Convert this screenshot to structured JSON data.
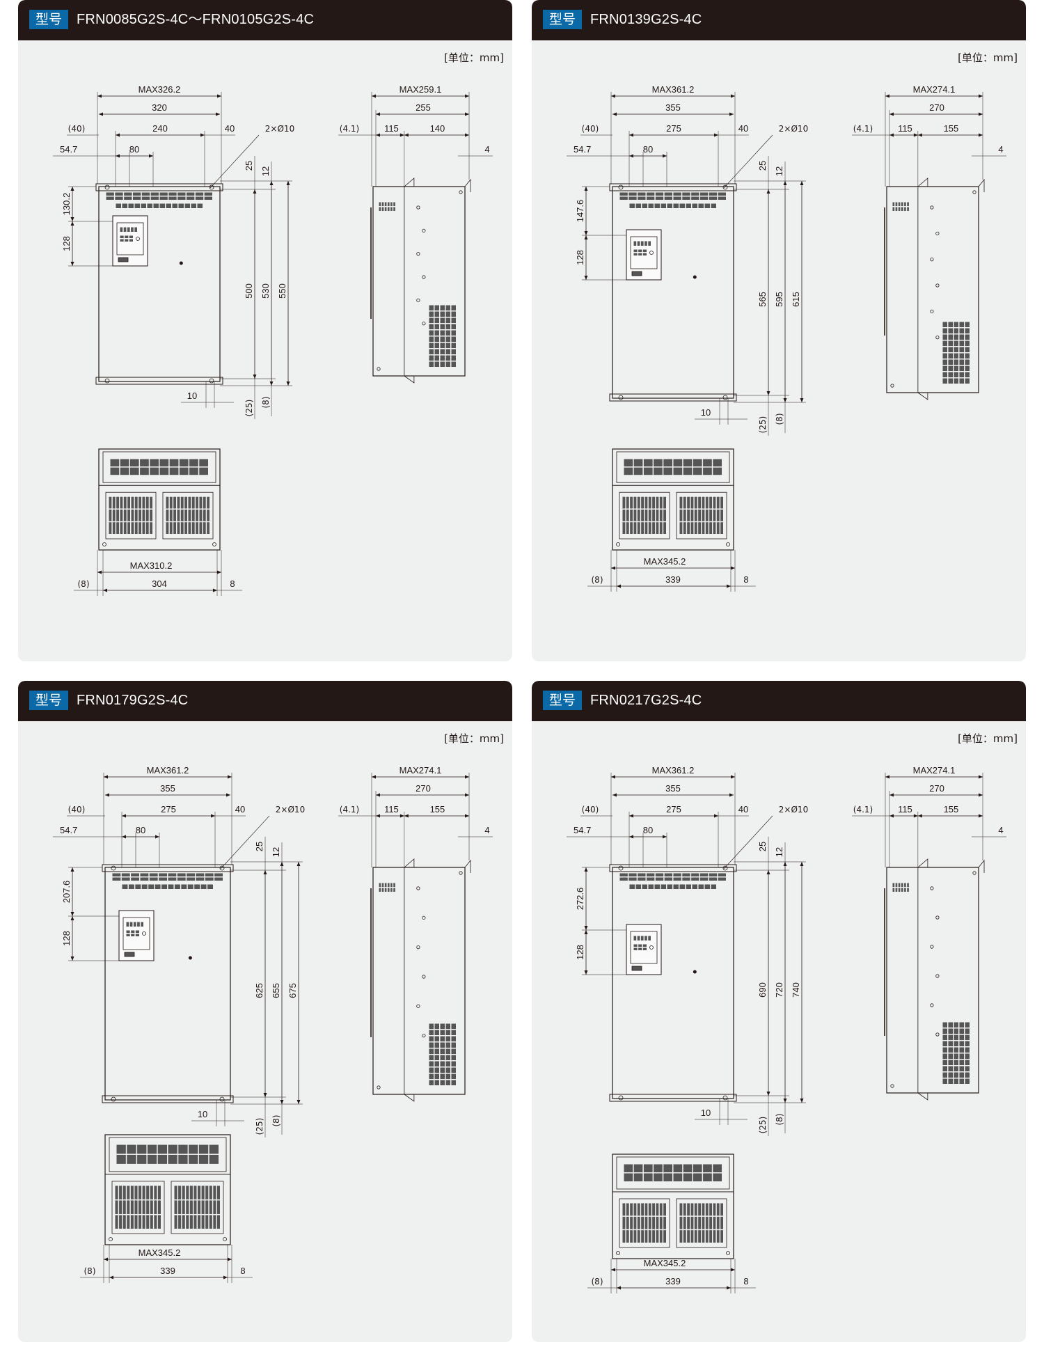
{
  "header_badge": "型号",
  "unit_label": "[单位：mm]",
  "colors": {
    "header_bg": "#231815",
    "badge_bg": "#0a69a6",
    "panel_bg": "#eff0f0",
    "line": "#231815"
  },
  "panels": [
    {
      "model": "FRN0085G2S-4C～FRN0105G2S-4C",
      "front": {
        "max_width": "MAX326.2",
        "width": "320",
        "hole_offset": "(40)",
        "hole_pitch": "240",
        "right_offset": "40",
        "holes": "2×Ø10",
        "left_edge": "54.7",
        "panel_width": "80",
        "top_margin": "25",
        "top_gap": "12",
        "keypad_top": "130.2",
        "keypad_height": "128",
        "height_inner": "500",
        "height_mid": "530",
        "height_outer": "550",
        "bottom_gap": "10",
        "bottom_offset": "(25)",
        "bottom_margin": "(8)"
      },
      "side": {
        "max_depth": "MAX259.1",
        "depth": "255",
        "depth_offset": "(4.1)",
        "depth_front": "115",
        "depth_rear": "140",
        "flange": "4"
      },
      "bottom": {
        "max_width": "MAX310.2",
        "width": "304",
        "left": "(8)",
        "right": "8"
      }
    },
    {
      "model": "FRN0139G2S-4C",
      "front": {
        "max_width": "MAX361.2",
        "width": "355",
        "hole_offset": "(40)",
        "hole_pitch": "275",
        "right_offset": "40",
        "holes": "2×Ø10",
        "left_edge": "54.7",
        "panel_width": "80",
        "top_margin": "25",
        "top_gap": "12",
        "keypad_top": "147.6",
        "keypad_height": "128",
        "height_inner": "565",
        "height_mid": "595",
        "height_outer": "615",
        "bottom_gap": "10",
        "bottom_offset": "(25)",
        "bottom_margin": "(8)"
      },
      "side": {
        "max_depth": "MAX274.1",
        "depth": "270",
        "depth_offset": "(4.1)",
        "depth_front": "115",
        "depth_rear": "155",
        "flange": "4"
      },
      "bottom": {
        "max_width": "MAX345.2",
        "width": "339",
        "left": "(8)",
        "right": "8"
      }
    },
    {
      "model": "FRN0179G2S-4C",
      "front": {
        "max_width": "MAX361.2",
        "width": "355",
        "hole_offset": "(40)",
        "hole_pitch": "275",
        "right_offset": "40",
        "holes": "2×Ø10",
        "left_edge": "54.7",
        "panel_width": "80",
        "top_margin": "25",
        "top_gap": "12",
        "keypad_top": "207.6",
        "keypad_height": "128",
        "height_inner": "625",
        "height_mid": "655",
        "height_outer": "675",
        "bottom_gap": "10",
        "bottom_offset": "(25)",
        "bottom_margin": "(8)"
      },
      "side": {
        "max_depth": "MAX274.1",
        "depth": "270",
        "depth_offset": "(4.1)",
        "depth_front": "115",
        "depth_rear": "155",
        "flange": "4"
      },
      "bottom": {
        "max_width": "MAX345.2",
        "width": "339",
        "left": "(8)",
        "right": "8"
      }
    },
    {
      "model": "FRN0217G2S-4C",
      "front": {
        "max_width": "MAX361.2",
        "width": "355",
        "hole_offset": "(40)",
        "hole_pitch": "275",
        "right_offset": "40",
        "holes": "2×Ø10",
        "left_edge": "54.7",
        "panel_width": "80",
        "top_margin": "25",
        "top_gap": "12",
        "keypad_top": "272.6",
        "keypad_height": "128",
        "height_inner": "690",
        "height_mid": "720",
        "height_outer": "740",
        "bottom_gap": "10",
        "bottom_offset": "(25)",
        "bottom_margin": "(8)"
      },
      "side": {
        "max_depth": "MAX274.1",
        "depth": "270",
        "depth_offset": "(4.1)",
        "depth_front": "115",
        "depth_rear": "155",
        "flange": "4"
      },
      "bottom": {
        "max_width": "MAX345.2",
        "width": "339",
        "left": "(8)",
        "right": "8"
      }
    }
  ]
}
